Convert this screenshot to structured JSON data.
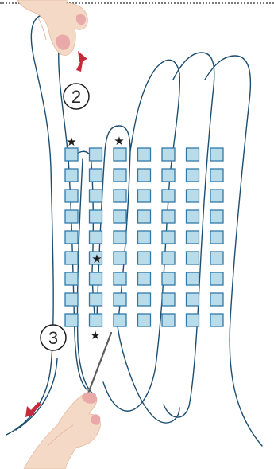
{
  "colors": {
    "thread": "#1d4e6f",
    "bead_fill": "#b9dcea",
    "bead_border": "#2f79a8",
    "arrow": "#c8283a",
    "skin": "#f3d9c6",
    "skin_shadow": "#e7b9a0",
    "nail": "#e9a9a8",
    "needle": "#5c5c5c"
  },
  "steps": [
    {
      "id": "step-2",
      "label": "2",
      "direction": "up"
    },
    {
      "id": "step-3",
      "label": "3",
      "direction": "down-left"
    }
  ],
  "markers": {
    "star_symbol": "★"
  },
  "grid": {
    "columns": 7,
    "rows": 9
  }
}
